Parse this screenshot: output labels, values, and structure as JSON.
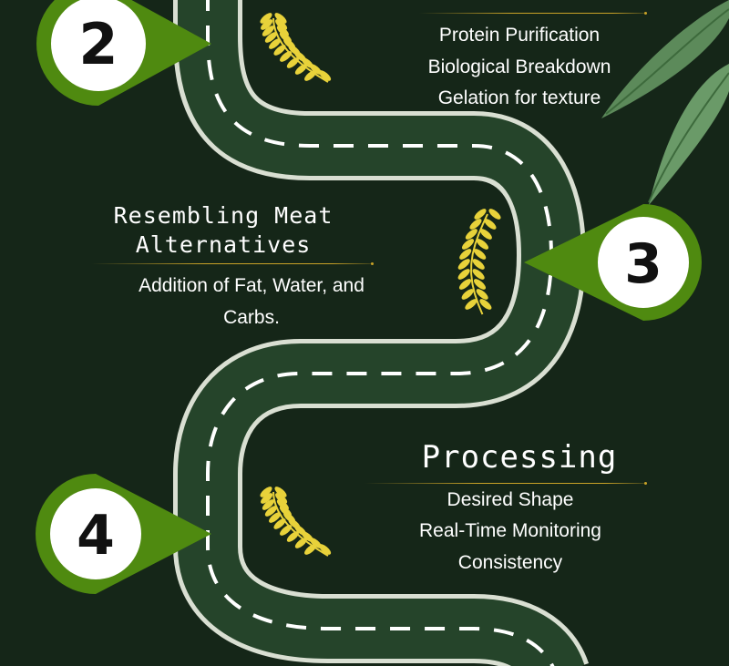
{
  "colors": {
    "background": "#152618",
    "road": "#25442a",
    "road_edge": "#d9dfd2",
    "pin_green": "#4f8a10",
    "wheat": "#e8d23a",
    "leaf": "#5c8a5a",
    "accent_line": "#c9a227"
  },
  "steps": [
    {
      "number": "2",
      "items": [
        "Protein Purification",
        "Biological Breakdown",
        "Gelation for texture"
      ]
    },
    {
      "number": "3",
      "title_line1": "Resembling Meat",
      "title_line2": "Alternatives",
      "items_line1": "Addition of Fat, Water, and",
      "items_line2": "Carbs."
    },
    {
      "number": "4",
      "title": "Processing",
      "items": [
        "Desired Shape",
        "Real-Time Monitoring",
        "Consistency"
      ]
    }
  ]
}
